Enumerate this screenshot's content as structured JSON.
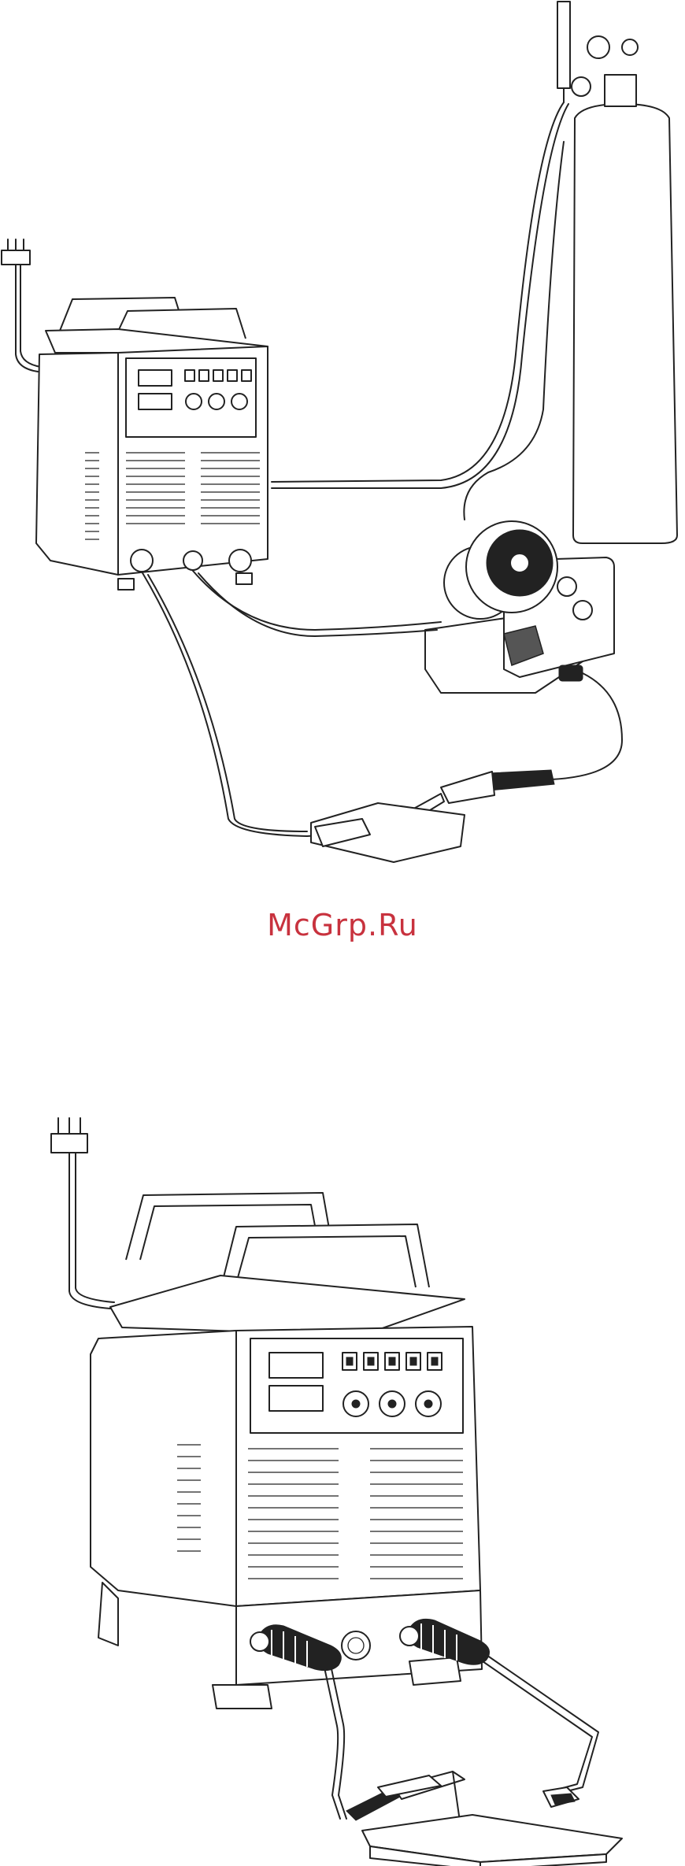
{
  "watermark": {
    "text": "McGrp.Ru"
  },
  "icons": {
    "figure1": "mig-welding-setup-illustration",
    "figure2": "mma-welding-setup-illustration"
  }
}
